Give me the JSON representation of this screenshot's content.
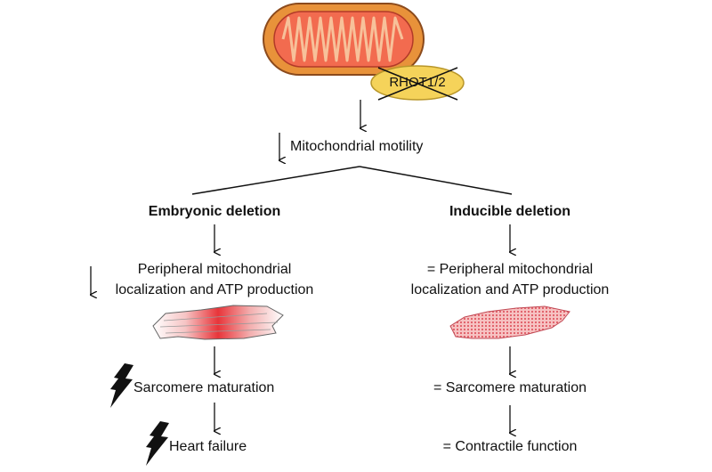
{
  "protein_label": "RHOT1/2",
  "top_effect": "Mitochondrial motility",
  "left": {
    "heading": "Embryonic deletion",
    "step1_line1": "Peripheral mitochondrial",
    "step1_line2": "localization and ATP production",
    "step2": "Sarcomere maturation",
    "step3": "Heart failure"
  },
  "right": {
    "heading": "Inducible deletion",
    "step1_line1": "= Peripheral mitochondrial",
    "step1_line2": "localization and ATP production",
    "step2": "= Sarcomere maturation",
    "step3": "= Contractile function"
  },
  "colors": {
    "mito_outer": "#e8923a",
    "mito_inner": "#f26b4f",
    "protein": "#f5d35a",
    "cell_red": "#e8353a",
    "cell_pink": "#f2a6a6"
  }
}
